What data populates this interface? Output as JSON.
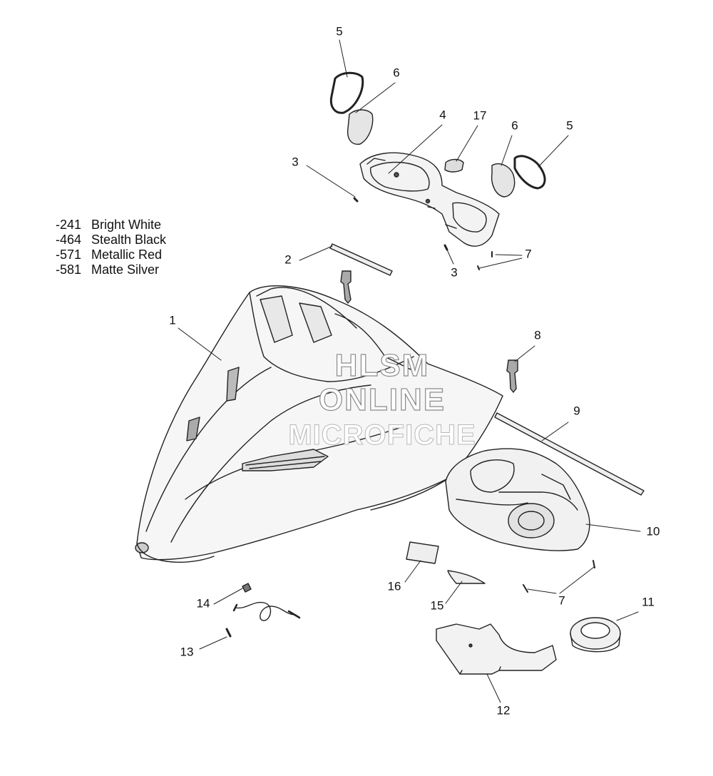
{
  "legend": [
    {
      "code": "-241",
      "label": "Bright White"
    },
    {
      "code": "-464",
      "label": "Stealth Black"
    },
    {
      "code": "-571",
      "label": "Metallic Red"
    },
    {
      "code": "-581",
      "label": "Matte Silver"
    }
  ],
  "watermark": {
    "line1": "HLSM",
    "line2": "ONLINE",
    "line3": "MICROFICHE"
  },
  "callouts": [
    "1",
    "2",
    "3",
    "3",
    "4",
    "5",
    "5",
    "6",
    "6",
    "7",
    "7",
    "8",
    "9",
    "10",
    "11",
    "12",
    "13",
    "14",
    "15",
    "16",
    "17"
  ]
}
